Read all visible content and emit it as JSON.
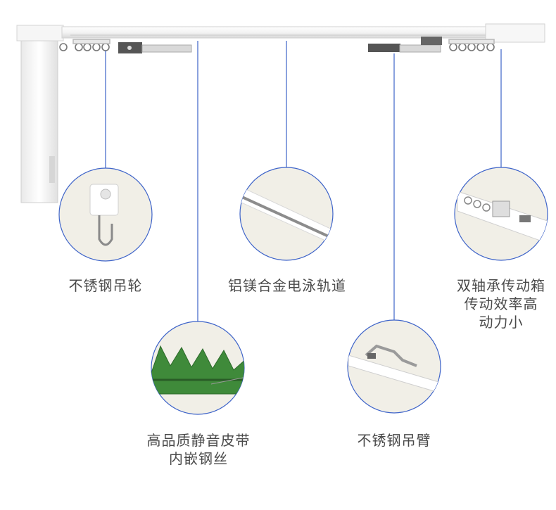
{
  "labels": {
    "hook_wheel": {
      "lines": [
        "不锈钢吊轮"
      ]
    },
    "track": {
      "lines": [
        "铝镁合金电泳轨道"
      ]
    },
    "dual_bearing": {
      "lines": [
        "双轴承传动箱",
        "传动效率高",
        "动力小"
      ]
    },
    "belt": {
      "lines": [
        "高品质静音皮带",
        "内嵌钢丝"
      ]
    },
    "arm": {
      "lines": [
        "不锈钢吊臂"
      ]
    }
  },
  "colors": {
    "leader_line": "#3d63c9",
    "circle_border": "#3d63c9",
    "circle_fill": "#f1efe7",
    "rail": "#f2f2f2",
    "belt_green": "#3f8a3a",
    "text": "#4a4a4a"
  }
}
